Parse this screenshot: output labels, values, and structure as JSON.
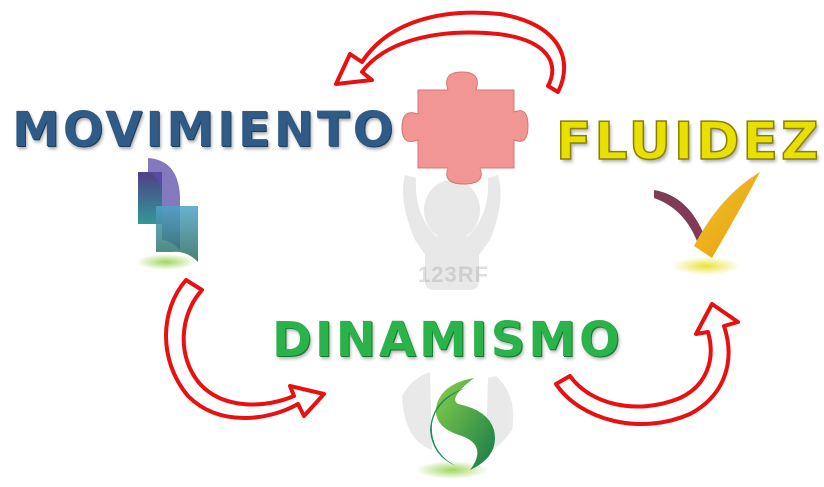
{
  "labels": {
    "movimiento": "MOVIMIENTO",
    "fluidez": "FLUIDEZ",
    "dinamismo": "DINAMISMO"
  },
  "watermark": "123RF",
  "colors": {
    "movimiento": "#2f5b86",
    "fluidez": "#e8e000",
    "dinamismo": "#2bb34b",
    "arrow": "#e81010",
    "puzzle": "#f08a8a"
  },
  "icons": [
    "puzzle-piece-icon",
    "person-figure-icon",
    "movimiento-logo-icon",
    "fluidez-logo-icon",
    "dinamismo-logo-icon",
    "cycle-arrow-icon"
  ]
}
